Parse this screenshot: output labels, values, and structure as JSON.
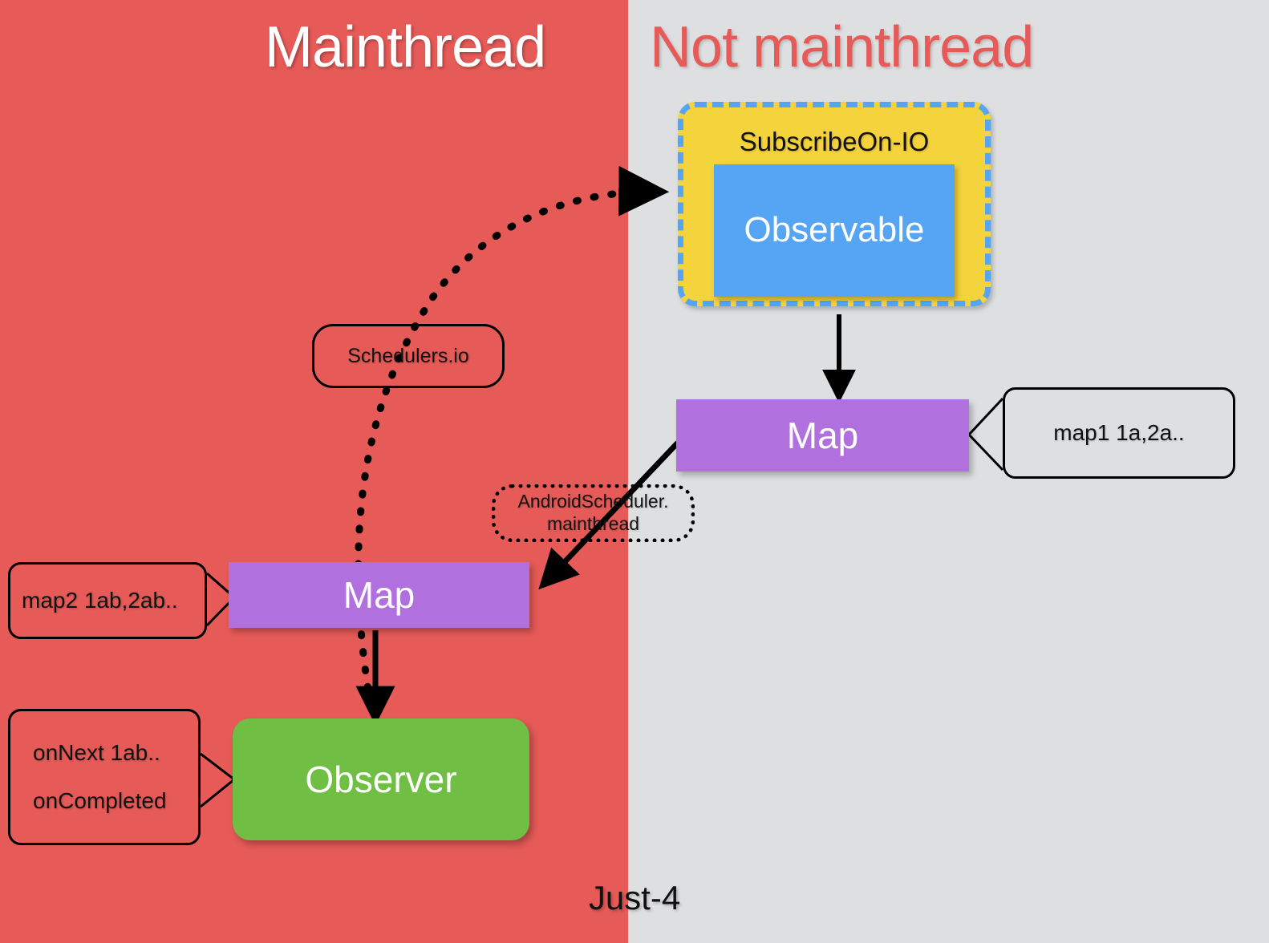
{
  "panes": {
    "mainthread": {
      "title": "Mainthread",
      "color": "#e65a57"
    },
    "not_mainthread": {
      "title": "Not mainthread",
      "color": "#dedfe1",
      "title_color": "#e65a57"
    }
  },
  "nodes": {
    "subscribe_on": {
      "label": "SubscribeOn-IO",
      "fill": "#f5d33c",
      "border": "#56a5f5"
    },
    "observable": {
      "label": "Observable",
      "fill": "#56a5f5"
    },
    "map_right": {
      "label": "Map",
      "fill": "#b070de"
    },
    "map_left": {
      "label": "Map",
      "fill": "#b070de"
    },
    "observer": {
      "label": "Observer",
      "fill": "#71be45"
    }
  },
  "schedulers": {
    "io": {
      "label": "Schedulers.io",
      "style": "solid"
    },
    "android": {
      "line1": "AndroidScheduler.",
      "line2": "mainthread",
      "style": "dotted"
    }
  },
  "callouts": {
    "map1": {
      "text": "map1  1a,2a.."
    },
    "map2": {
      "text": "map2  1ab,2ab.."
    },
    "observer": {
      "line1": "onNext  1ab..",
      "line2": "onCompleted"
    }
  },
  "caption": "Just-4"
}
